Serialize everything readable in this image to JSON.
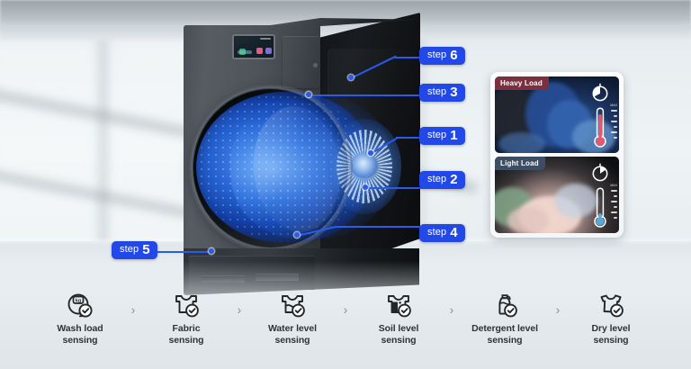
{
  "scene": {
    "product": "washing-machine-ai-sensing-diagram",
    "accent_color": "#2249e8",
    "leader_color": "#2b5bea"
  },
  "steps": [
    {
      "id": "step1",
      "word": "step",
      "number": "1"
    },
    {
      "id": "step2",
      "word": "step",
      "number": "2"
    },
    {
      "id": "step3",
      "word": "step",
      "number": "3"
    },
    {
      "id": "step4",
      "word": "step",
      "number": "4"
    },
    {
      "id": "step5",
      "word": "step",
      "number": "5"
    },
    {
      "id": "step6",
      "word": "step",
      "number": "6"
    }
  ],
  "load_panel": {
    "heavy": {
      "label": "Heavy Load",
      "label_color": "#7b3040",
      "thermometer_color": "#e8576e",
      "thermometer_level_pct": 78,
      "gauge": "load-gauge-icon"
    },
    "light": {
      "label": "Light Load",
      "label_color": "#3d4d63",
      "thermometer_color": "#5aa9dd",
      "thermometer_level_pct": 20,
      "gauge": "load-gauge-icon"
    }
  },
  "sensing_steps": [
    {
      "icon": "wash-load-sensing-icon",
      "label": "Wash load\nsensing",
      "line1": "Wash load",
      "line2": "sensing",
      "badge": "kg"
    },
    {
      "icon": "fabric-sensing-icon",
      "label": "Fabric\nsensing",
      "line1": "Fabric",
      "line2": "sensing"
    },
    {
      "icon": "water-level-sensing-icon",
      "label": "Water level\nsensing",
      "line1": "Water level",
      "line2": "sensing"
    },
    {
      "icon": "soil-level-sensing-icon",
      "label": "Soil level\nsensing",
      "line1": "Soil level",
      "line2": "sensing"
    },
    {
      "icon": "detergent-level-sensing-icon",
      "label": "Detergent level\nsensing",
      "line1": "Detergent level",
      "line2": "sensing"
    },
    {
      "icon": "dry-level-sensing-icon",
      "label": "Dry level\nsensing",
      "line1": "Dry level",
      "line2": "sensing"
    }
  ],
  "separator": "›"
}
